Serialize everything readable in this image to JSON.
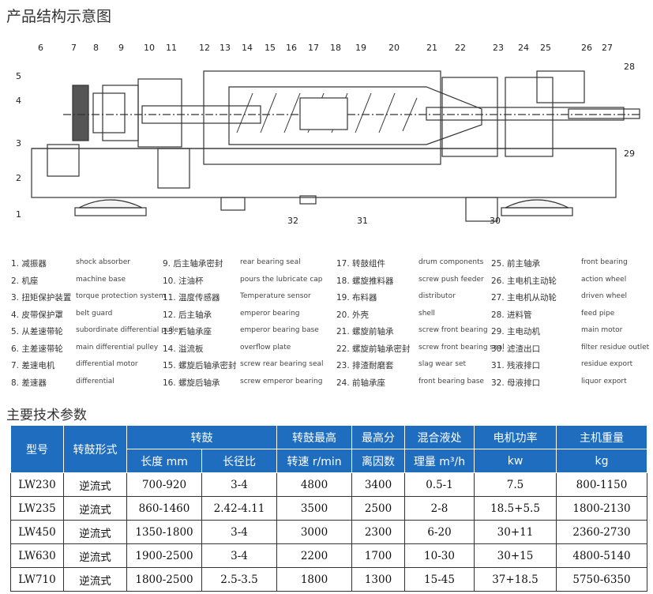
{
  "section1_title": "产品结构示意图",
  "section2_title": "主要技术参数",
  "diagram_numbers": [
    "1",
    "2",
    "3",
    "4",
    "5",
    "6",
    "7",
    "8",
    "9",
    "10",
    "11",
    "12",
    "13",
    "14",
    "15",
    "16",
    "17",
    "18",
    "19",
    "20",
    "21",
    "22",
    "23",
    "24",
    "25",
    "26",
    "27",
    "28",
    "29",
    "30",
    "31",
    "32"
  ],
  "legend": [
    {
      "zh": "1. 减振器",
      "en": "shock absorber"
    },
    {
      "zh": "2. 机座",
      "en": "machine base"
    },
    {
      "zh": "3. 扭矩保护装置",
      "en": "torque protection system"
    },
    {
      "zh": "4. 皮带保护罩",
      "en": "belt guard"
    },
    {
      "zh": "5. 从差速带轮",
      "en": "subordinate differential pulley"
    },
    {
      "zh": "6. 主差速带轮",
      "en": "main differential pulley"
    },
    {
      "zh": "7. 差速电机",
      "en": "differential motor"
    },
    {
      "zh": "8. 差速器",
      "en": "differential"
    },
    {
      "zh": "9. 后主轴承密封",
      "en": "rear bearing seal"
    },
    {
      "zh": "10. 注油杯",
      "en": "pours the lubricate cap"
    },
    {
      "zh": "11. 温度传感器",
      "en": "Temperature sensor"
    },
    {
      "zh": "12. 后主轴承",
      "en": "emperor bearing"
    },
    {
      "zh": "13. 后轴承座",
      "en": "emperor bearing base"
    },
    {
      "zh": "14. 溢流板",
      "en": "overflow plate"
    },
    {
      "zh": "15. 螺旋后轴承密封",
      "en": "screw rear bearing seal"
    },
    {
      "zh": "16. 螺旋后轴承",
      "en": "screw emperor bearing"
    },
    {
      "zh": "17. 转鼓组件",
      "en": "drum components"
    },
    {
      "zh": "18. 螺旋推料器",
      "en": "screw push feeder"
    },
    {
      "zh": "19. 布料器",
      "en": "distributor"
    },
    {
      "zh": "20. 外壳",
      "en": "shell"
    },
    {
      "zh": "21. 螺旋前轴承",
      "en": "screw front bearing"
    },
    {
      "zh": "22. 螺旋前轴承密封",
      "en": "screw front bearing seal"
    },
    {
      "zh": "23. 排渣耐磨套",
      "en": "slag wear set"
    },
    {
      "zh": "24. 前轴承座",
      "en": "front bearing base"
    },
    {
      "zh": "25. 前主轴承",
      "en": "front bearing"
    },
    {
      "zh": "26. 主电机主动轮",
      "en": "action wheel"
    },
    {
      "zh": "27. 主电机从动轮",
      "en": "driven wheel"
    },
    {
      "zh": "28. 进料管",
      "en": "feed pipe"
    },
    {
      "zh": "29. 主电动机",
      "en": "main motor"
    },
    {
      "zh": "30. 滤渣出口",
      "en": "filter residue outlet"
    },
    {
      "zh": "31. 残液排口",
      "en": "residue export"
    },
    {
      "zh": "32. 母液排口",
      "en": "liquor export"
    }
  ],
  "table": {
    "head1": [
      "型号",
      "转鼓形式",
      "转鼓",
      "转鼓最高",
      "最高分",
      "混合液处",
      "电机功率",
      "主机重量"
    ],
    "head2": [
      "长度 mm",
      "长径比",
      "转速 r/min",
      "离因数",
      "理量 m³/h",
      "kw",
      "kg"
    ],
    "rows": [
      [
        "LW230",
        "逆流式",
        "700-920",
        "3-4",
        "4800",
        "3400",
        "0.5-1",
        "7.5",
        "800-1150"
      ],
      [
        "LW235",
        "逆流式",
        "860-1460",
        "2.42-4.11",
        "3500",
        "2500",
        "2-8",
        "18.5+5.5",
        "1800-2130"
      ],
      [
        "LW450",
        "逆流式",
        "1350-1800",
        "3-4",
        "3000",
        "2300",
        "6-20",
        "30+11",
        "2360-2730"
      ],
      [
        "LW630",
        "逆流式",
        "1900-2500",
        "3-4",
        "2200",
        "1700",
        "10-30",
        "30+15",
        "4800-5140"
      ],
      [
        "LW710",
        "逆流式",
        "1800-2500",
        "2.5-3.5",
        "1800",
        "1300",
        "15-45",
        "37+18.5",
        "5750-6350"
      ]
    ]
  }
}
